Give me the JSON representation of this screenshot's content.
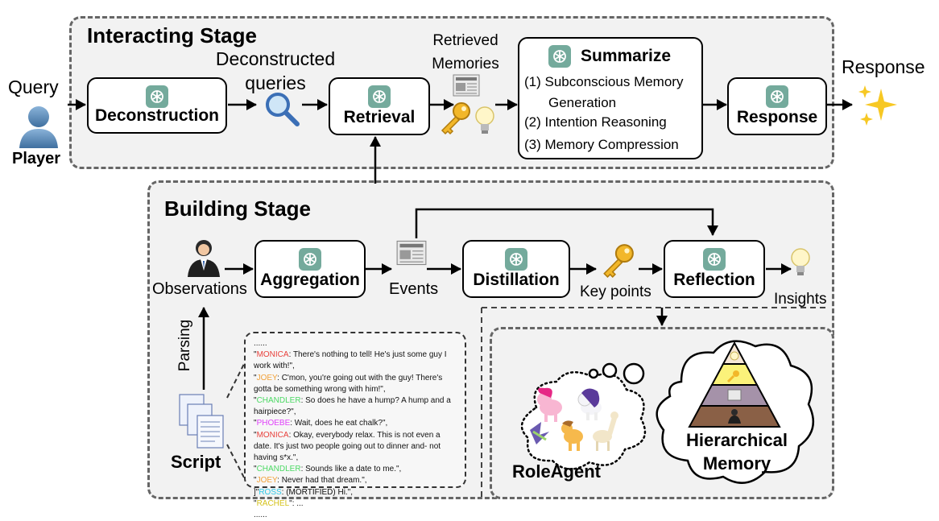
{
  "stages": {
    "interacting_title": "Interacting Stage",
    "building_title": "Building Stage"
  },
  "interacting": {
    "query_label": "Query",
    "player_label": "Player",
    "deconstruction": "Deconstruction",
    "deconstructed_queries_label": "Deconstructed queries",
    "retrieval": "Retrieval",
    "retrieved_memories_label": "Retrieved Memories",
    "summarize_title": "Summarize",
    "summarize_items": [
      "(1) Subconscious Memory",
      "Generation",
      "(2) Intention Reasoning",
      "(3) Memory Compression"
    ],
    "response": "Response",
    "response_label": "Response"
  },
  "building": {
    "observations_label": "Observations",
    "aggregation": "Aggregation",
    "events_label": "Events",
    "distillation": "Distillation",
    "key_points_label": "Key points",
    "reflection": "Reflection",
    "insights_label": "Insights",
    "parsing_label": "Parsing",
    "script_label": "Script"
  },
  "script_lines": [
    {
      "speaker": "",
      "text": "......",
      "color": "#111111"
    },
    {
      "speaker": "MONICA",
      "text": ": There's nothing to tell! He's just some guy I",
      "color": "#e8413c"
    },
    {
      "speaker": "",
      "text": "work with!\",",
      "color": "#111111"
    },
    {
      "speaker": "JOEY",
      "text": ": C'mon, you're going out with the guy! There's",
      "color": "#f2a23a"
    },
    {
      "speaker": "",
      "text": "gotta be something wrong with him!\",",
      "color": "#111111"
    },
    {
      "speaker": "CHANDLER",
      "text": ": So does he have a hump? A hump and a",
      "color": "#4cd964"
    },
    {
      "speaker": "",
      "text": "hairpiece?\",",
      "color": "#111111"
    },
    {
      "speaker": "PHOEBE",
      "text": ": Wait, does he eat chalk?\",",
      "color": "#e040fb"
    },
    {
      "speaker": "MONICA",
      "text": ": Okay, everybody relax. This is not even a",
      "color": "#e8413c"
    },
    {
      "speaker": "",
      "text": "date. It's just two people going out to dinner and- not",
      "color": "#111111"
    },
    {
      "speaker": "",
      "text": "having s*x.\",",
      "color": "#111111"
    },
    {
      "speaker": "CHANDLER",
      "text": ": Sounds like a date to me.\",",
      "color": "#4cd964"
    },
    {
      "speaker": "JOEY",
      "text": ": Never had that dream.\",",
      "color": "#f2a23a"
    },
    {
      "speaker": "ROSS",
      "text": ": (MORTIFIED) Hi.\",",
      "color": "#2ec8e8"
    },
    {
      "speaker": "RACHEL",
      "text": "\": ...",
      "color": "#d4c21a"
    },
    {
      "speaker": "",
      "text": "......",
      "color": "#111111"
    }
  ],
  "memory": {
    "role_agent_label": "RoleAgent",
    "hierarchical_memory_label": "Hierarchical Memory"
  },
  "colors": {
    "stage_bg": "#f2f2f2",
    "stage_border": "#666666",
    "gpt_green": "#74aa9c",
    "pyramid_top": "#f6e7d6",
    "pyramid_2": "#fbf27a",
    "pyramid_3": "#a592a9",
    "pyramid_4": "#8a6046"
  },
  "icons": [
    "openai-logo-icon",
    "user-silhouette-icon",
    "magnifier-icon",
    "newspaper-icon",
    "key-icon",
    "lightbulb-icon",
    "sparkles-icon",
    "businessman-icon",
    "documents-icon",
    "thought-cloud-icon",
    "pony-characters-icon",
    "pyramid-icon"
  ]
}
